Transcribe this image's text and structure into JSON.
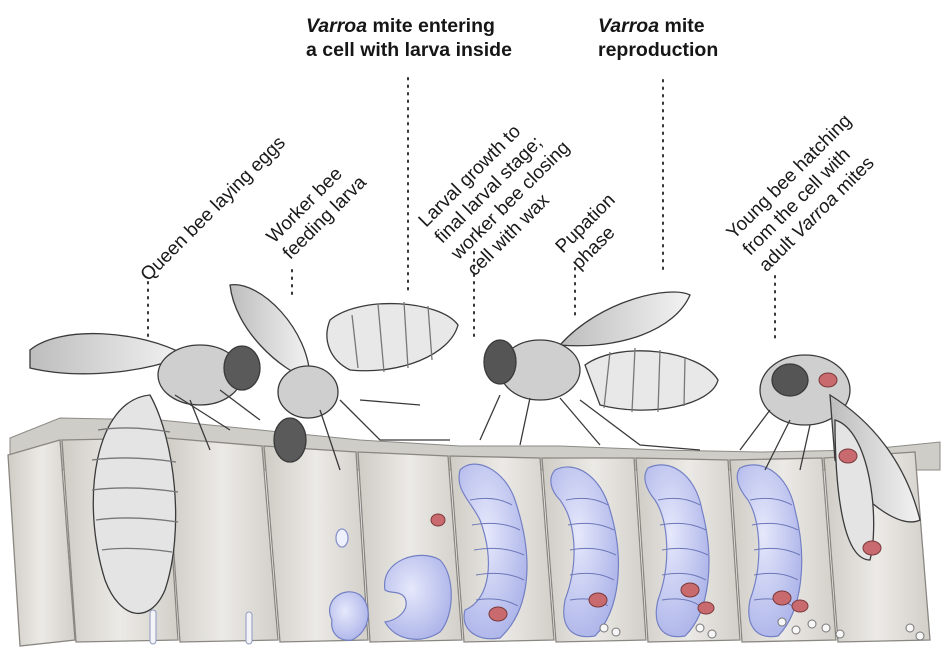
{
  "labels": {
    "varroa_entering": {
      "italic": "Varroa",
      "rest": " mite entering",
      "line2": "a cell with larva inside"
    },
    "varroa_reproduction": {
      "italic": "Varroa",
      "rest": " mite",
      "line2": "reproduction"
    },
    "queen": "Queen bee laying eggs",
    "worker_line1": "Worker bee",
    "worker_line2": "feeding larva",
    "larval_line1": "Larval growth to",
    "larval_line2": "final larval stage;",
    "larval_line3": "worker bee closing",
    "larval_line4": "cell with wax",
    "pupation_line1": "Pupation",
    "pupation_line2": "phase",
    "young_line1": "Young bee hatching",
    "young_line2": "from the cell with",
    "young_line3_pre": "adult ",
    "young_line3_italic": "Varroa",
    "young_line3_post": " mites"
  },
  "colors": {
    "text": "#1a1a1a",
    "pupa_blue": "#b9c0ee",
    "mite_red": "#c86a6e",
    "cell_wall": "#d9d7d2",
    "pencil": "#555555"
  }
}
